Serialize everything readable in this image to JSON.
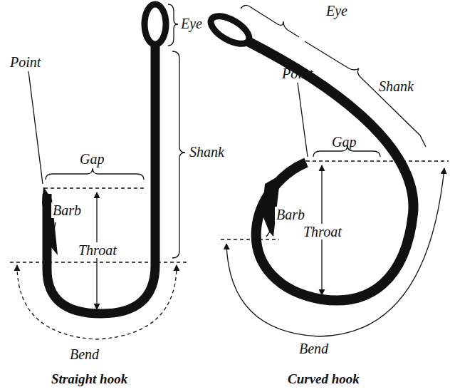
{
  "diagram": {
    "labels": [
      "Eye",
      "Shank",
      "Point",
      "Gap",
      "Barb",
      "Throat",
      "Bend",
      "Straight hook",
      "Eye",
      "Shank",
      "Point",
      "Gap",
      "Barb",
      "Throat",
      "Bend",
      "Curved hook"
    ]
  }
}
